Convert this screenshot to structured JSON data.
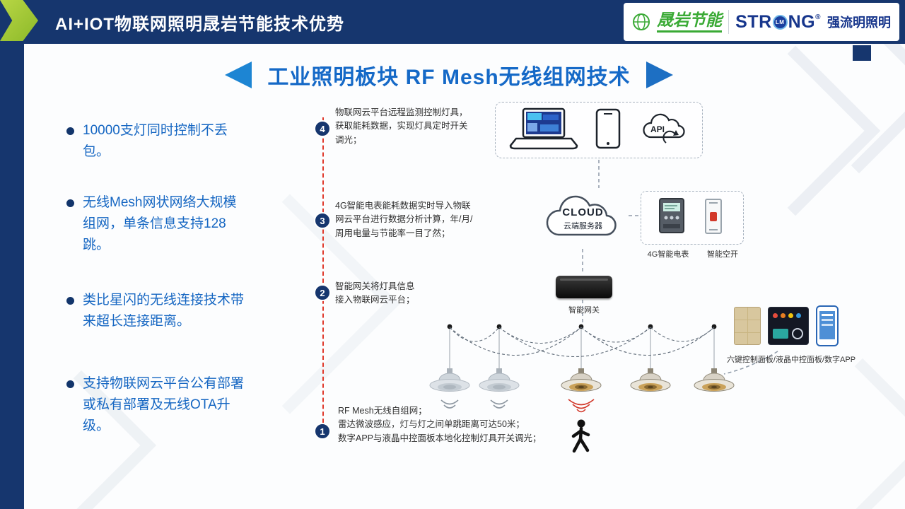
{
  "colors": {
    "navy": "#16366e",
    "blue": "#1569c7",
    "red": "#e0392b",
    "green": "#3aaa35"
  },
  "header": {
    "title": "AI+IOT物联网照明晟岩节能技术优势"
  },
  "logos": {
    "left": "晟岩节能",
    "strong_pre": "STR",
    "strong_o": "LM",
    "strong_post": "NG",
    "reg": "®",
    "right_cn": "强流明照明"
  },
  "slide_title": "工业照明板块 RF Mesh无线组网技术",
  "bullets": [
    "10000支灯同时控制不丢包。",
    "无线Mesh网状网络大规模组网，单条信息支持128跳。",
    "类比星闪的无线连接技术带来超长连接距离。",
    "支持物联网云平台公有部署或私有部署及无线OTA升级。"
  ],
  "steps": [
    {
      "num": "4",
      "text": "物联网云平台远程监测控制灯具，\n获取能耗数据，实现灯具定时开关\n调光；"
    },
    {
      "num": "3",
      "text": "4G智能电表能耗数据实时导入物联\n网云平台进行数据分析计算，年/月/\n周用电量与节能率一目了然；"
    },
    {
      "num": "2",
      "text": "智能网关将灯具信息\n接入物联网云平台；"
    },
    {
      "num": "1",
      "text": "RF Mesh无线自组网；\n雷达微波感应，灯与灯之间单跳距离可达50米；\n数字APP与液晶中控面板本地化控制灯具开关调光；"
    }
  ],
  "diagram": {
    "api": "API",
    "cloud_title": "CLOUD",
    "cloud_sub": "云端服务器",
    "meter": "4G智能电表",
    "breaker": "智能空开",
    "gateway": "智能网关",
    "panels": "六键控制面板/液晶中控面板/数字APP"
  }
}
